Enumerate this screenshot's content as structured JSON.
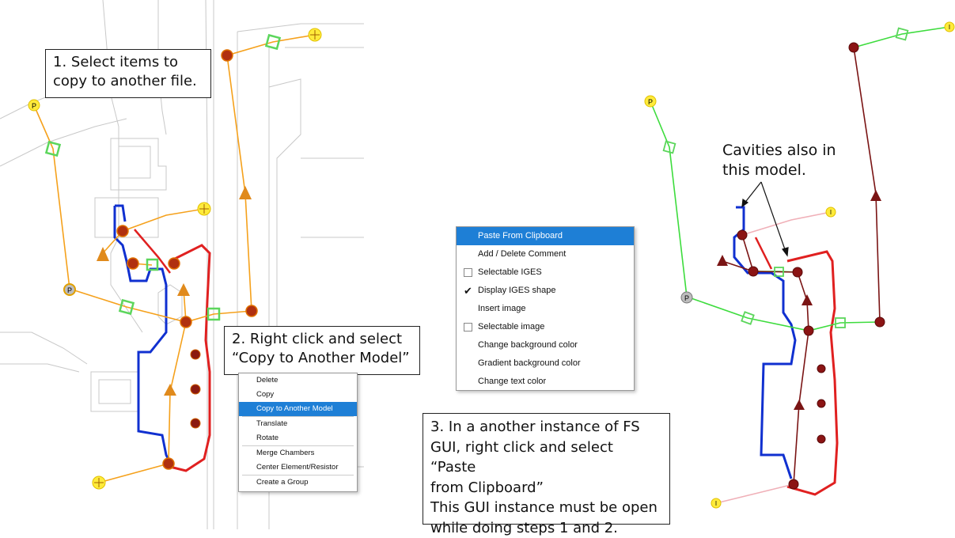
{
  "steps": {
    "step1": [
      "1. Select items to",
      "copy to another file."
    ],
    "step2": [
      "2. Right click and select",
      "“Copy to Another Model”"
    ],
    "step3": [
      "3. In a another instance of FS",
      "GUI, right click and select “Paste",
      "from Clipboard”",
      "This GUI instance must be open",
      "while doing steps 1 and 2."
    ]
  },
  "note": [
    "Cavities also in",
    "this model."
  ],
  "source_menu": {
    "items": [
      {
        "label": "Delete"
      },
      {
        "label": "Copy"
      },
      {
        "label": "Copy to Another Model",
        "highlighted": true
      },
      {
        "label": "Translate"
      },
      {
        "label": "Rotate"
      },
      {
        "label": "Merge Chambers"
      },
      {
        "label": "Center Element/Resistor"
      },
      {
        "label": "Create a Group"
      }
    ]
  },
  "target_menu": {
    "items": [
      {
        "label": "Paste From Clipboard",
        "highlighted": true,
        "check": "none"
      },
      {
        "label": "Add / Delete Comment",
        "check": "none"
      },
      {
        "label": "Selectable IGES",
        "check": "unchecked"
      },
      {
        "label": "Display IGES shape",
        "check": "checked"
      },
      {
        "label": "Insert image",
        "check": "none"
      },
      {
        "label": "Selectable image",
        "check": "unchecked"
      },
      {
        "label": "Change background color",
        "check": "none"
      },
      {
        "label": "Gradient background color",
        "check": "none"
      },
      {
        "label": "Change text color",
        "check": "none"
      }
    ]
  },
  "node_glyphs": {
    "pressure": "P",
    "fixed": "I"
  },
  "colors": {
    "selected_branch": "#f5a11c",
    "green_branch": "#3ddc3d",
    "maroon_branch": "#7a1414",
    "blue_cavity": "#1030d0",
    "red_cavity": "#e02020",
    "pink_branch": "#f0b0b8",
    "menu_highlight": "#1e7fd6",
    "background_geometry": "#c8c8c8"
  }
}
